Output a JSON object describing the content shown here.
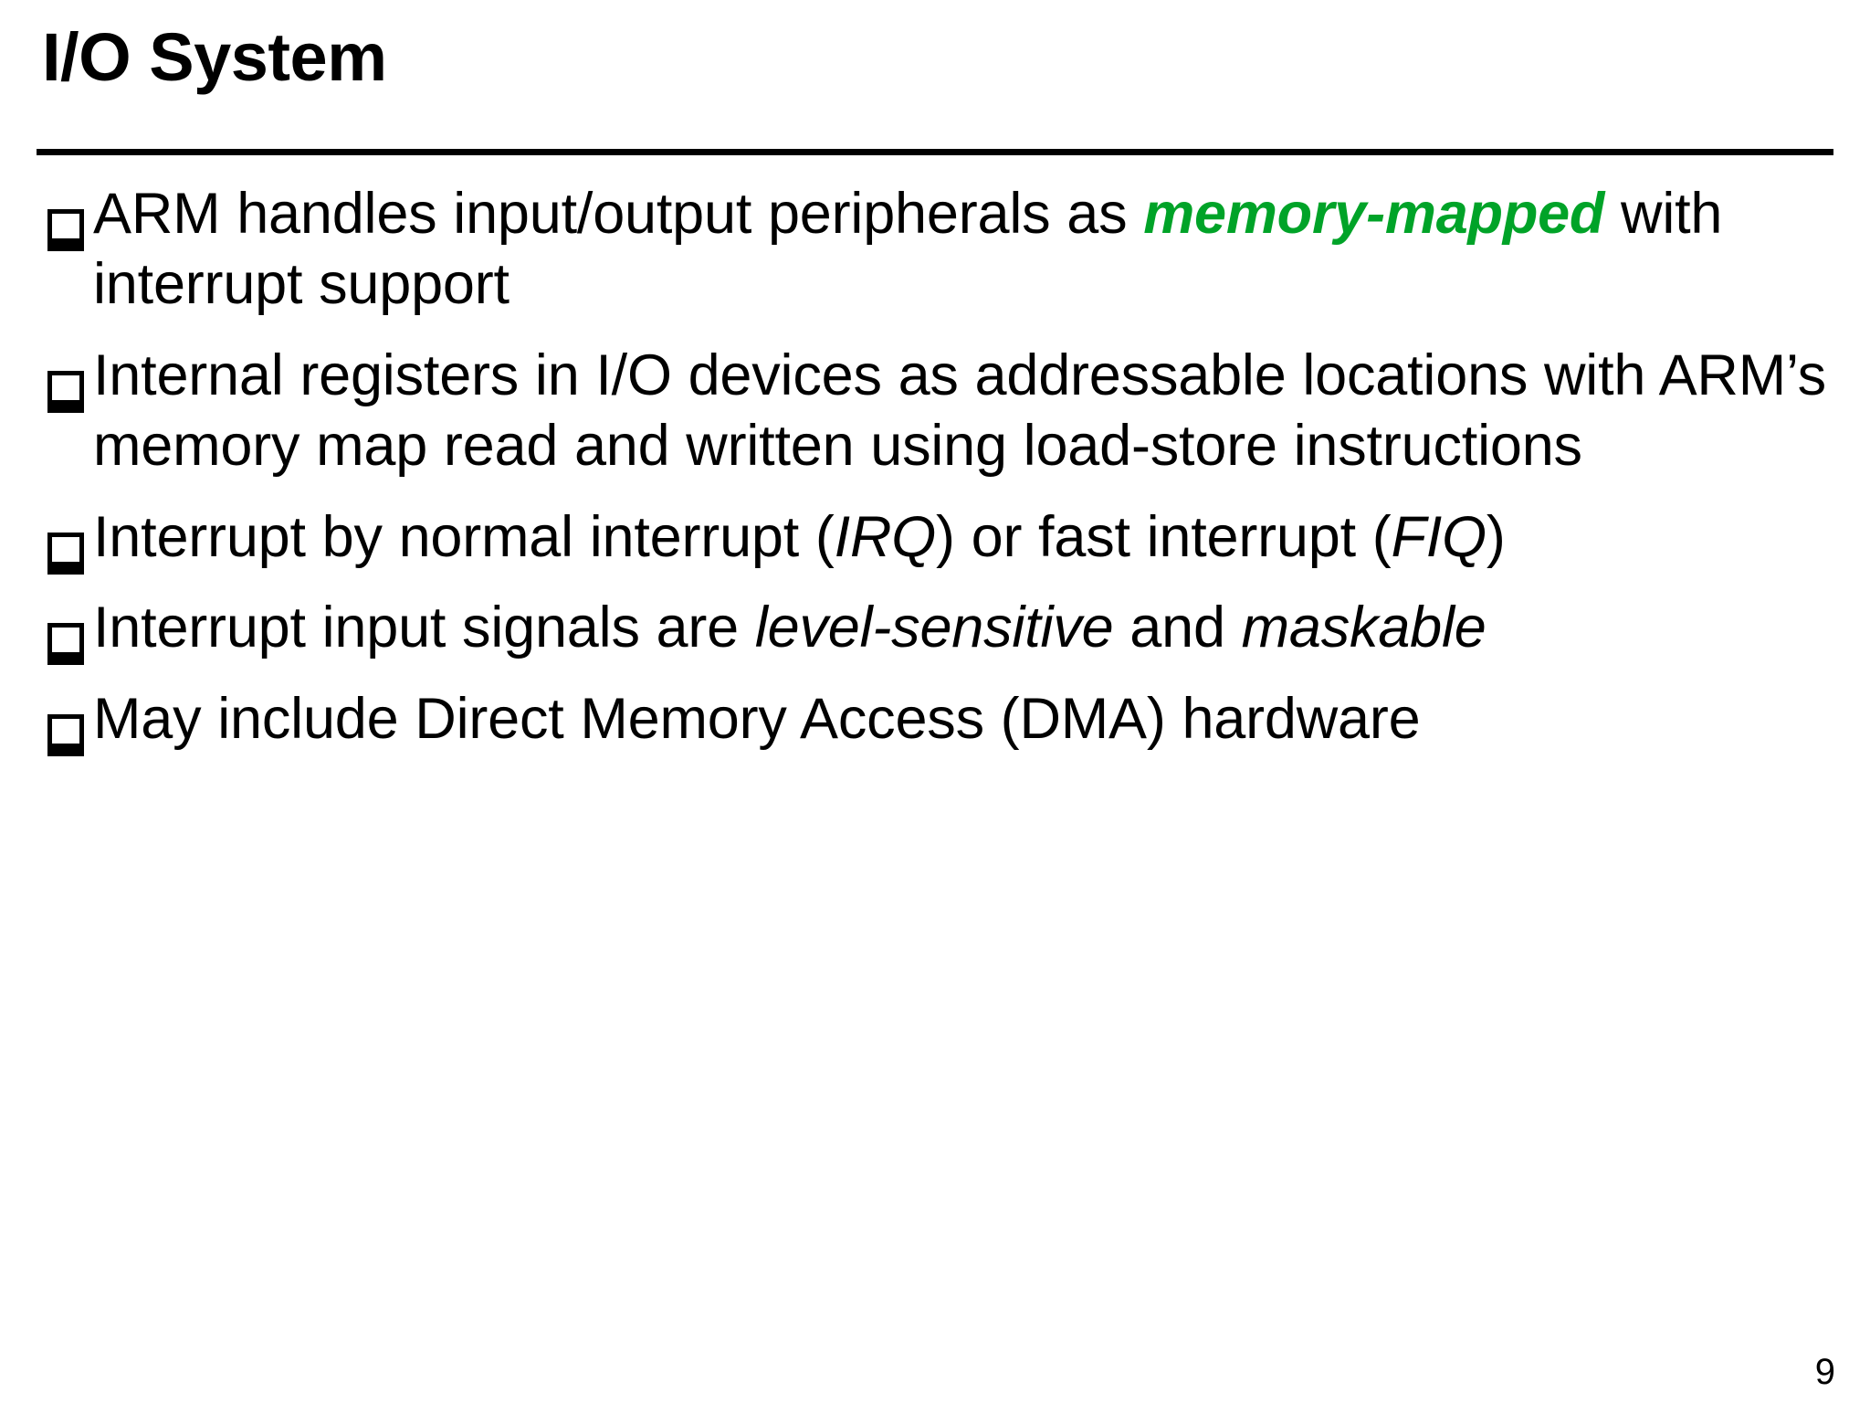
{
  "slide": {
    "title": "I/O System",
    "page_number": "9",
    "accent_color": "#00a328",
    "text_color": "#000000",
    "background_color": "#ffffff",
    "bullet_glyph": "square-outline",
    "bullets": [
      {
        "id": "bullet-memory-mapped",
        "segments": [
          {
            "text": "ARM handles input/output peripherals as ",
            "style": "normal"
          },
          {
            "text": "memory-mapped",
            "style": "bold-italic-green"
          },
          {
            "text": " with interrupt support",
            "style": "normal"
          }
        ]
      },
      {
        "id": "bullet-internal-registers",
        "segments": [
          {
            "text": "Internal registers in I/O devices as addressable locations with ARM’s memory map read and written using load-store instructions",
            "style": "normal"
          }
        ]
      },
      {
        "id": "bullet-interrupt-types",
        "segments": [
          {
            "text": "Interrupt by normal interrupt (",
            "style": "normal"
          },
          {
            "text": "IRQ",
            "style": "italic"
          },
          {
            "text": ") or fast interrupt (",
            "style": "normal"
          },
          {
            "text": "FIQ",
            "style": "italic"
          },
          {
            "text": ")",
            "style": "normal"
          }
        ]
      },
      {
        "id": "bullet-interrupt-signals",
        "segments": [
          {
            "text": "Interrupt input signals are ",
            "style": "normal"
          },
          {
            "text": "level-sensitive",
            "style": "italic"
          },
          {
            "text": " and ",
            "style": "normal"
          },
          {
            "text": "maskable",
            "style": "italic"
          }
        ]
      },
      {
        "id": "bullet-dma",
        "segments": [
          {
            "text": "May include Direct Memory Access (DMA) hardware",
            "style": "normal"
          }
        ]
      }
    ]
  }
}
